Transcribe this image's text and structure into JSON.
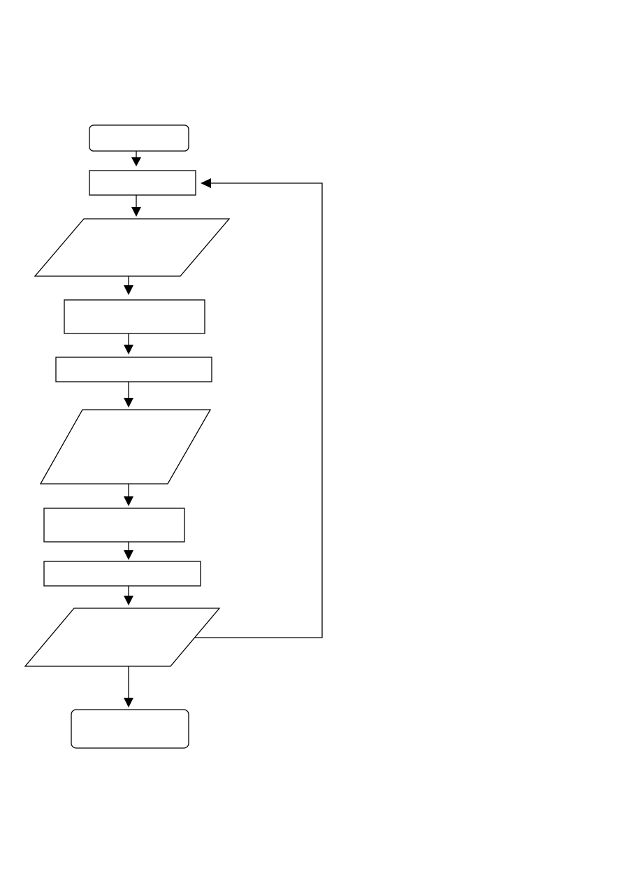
{
  "diagram": {
    "nodes": [
      {
        "id": "start-terminal",
        "kind": "terminal",
        "label": ""
      },
      {
        "id": "process-1",
        "kind": "process",
        "label": ""
      },
      {
        "id": "io-1",
        "kind": "input-output",
        "label": ""
      },
      {
        "id": "process-2",
        "kind": "process",
        "label": ""
      },
      {
        "id": "process-3",
        "kind": "process",
        "label": ""
      },
      {
        "id": "io-2",
        "kind": "input-output",
        "label": ""
      },
      {
        "id": "process-4",
        "kind": "process",
        "label": ""
      },
      {
        "id": "process-5",
        "kind": "process",
        "label": ""
      },
      {
        "id": "io-3",
        "kind": "input-output",
        "label": ""
      },
      {
        "id": "end-terminal",
        "kind": "terminal",
        "label": ""
      }
    ],
    "edges": [
      {
        "from": "start-terminal",
        "to": "process-1"
      },
      {
        "from": "process-1",
        "to": "io-1"
      },
      {
        "from": "io-1",
        "to": "process-2"
      },
      {
        "from": "process-2",
        "to": "process-3"
      },
      {
        "from": "process-3",
        "to": "io-2"
      },
      {
        "from": "io-2",
        "to": "process-4"
      },
      {
        "from": "process-4",
        "to": "process-5"
      },
      {
        "from": "process-5",
        "to": "io-3"
      },
      {
        "from": "io-3",
        "to": "end-terminal"
      },
      {
        "from": "io-3",
        "to": "process-1",
        "kind": "loop-back"
      }
    ]
  },
  "colors": {
    "stroke": "#000000",
    "fill": "#ffffff",
    "background": "#ffffff"
  }
}
